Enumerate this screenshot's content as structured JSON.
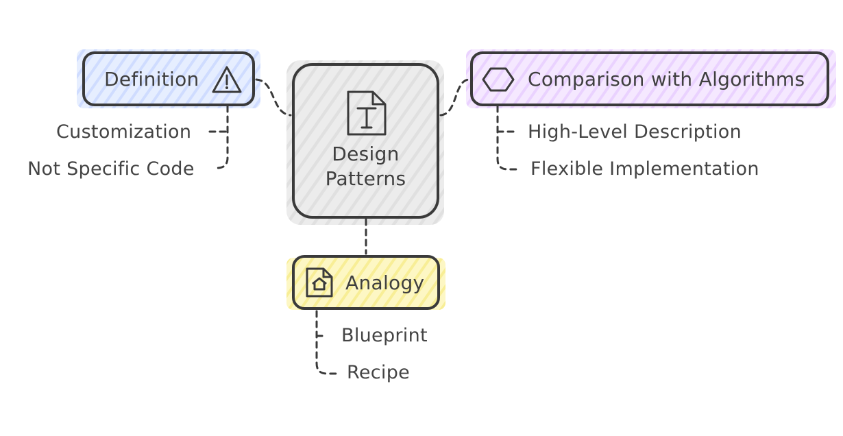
{
  "diagram": {
    "center": {
      "label_line1": "Design",
      "label_line2": "Patterns",
      "icon": "text-document-icon",
      "fill": "#e9e9e9"
    },
    "definition": {
      "label": "Definition",
      "icon": "warning-triangle-icon",
      "fill": "#dbe7ff",
      "children": [
        "Customization",
        "Not Specific Code"
      ]
    },
    "comparison": {
      "label": "Comparison with Algorithms",
      "icon": "hexagon-icon",
      "fill": "#f0dcff",
      "children": [
        "High-Level Description",
        "Flexible Implementation"
      ]
    },
    "analogy": {
      "label": "Analogy",
      "icon": "house-document-icon",
      "fill": "#fbf3a6",
      "children": [
        "Blueprint",
        "Recipe"
      ]
    },
    "stroke_color": "#3a3a3a",
    "text_color": "#444444"
  }
}
